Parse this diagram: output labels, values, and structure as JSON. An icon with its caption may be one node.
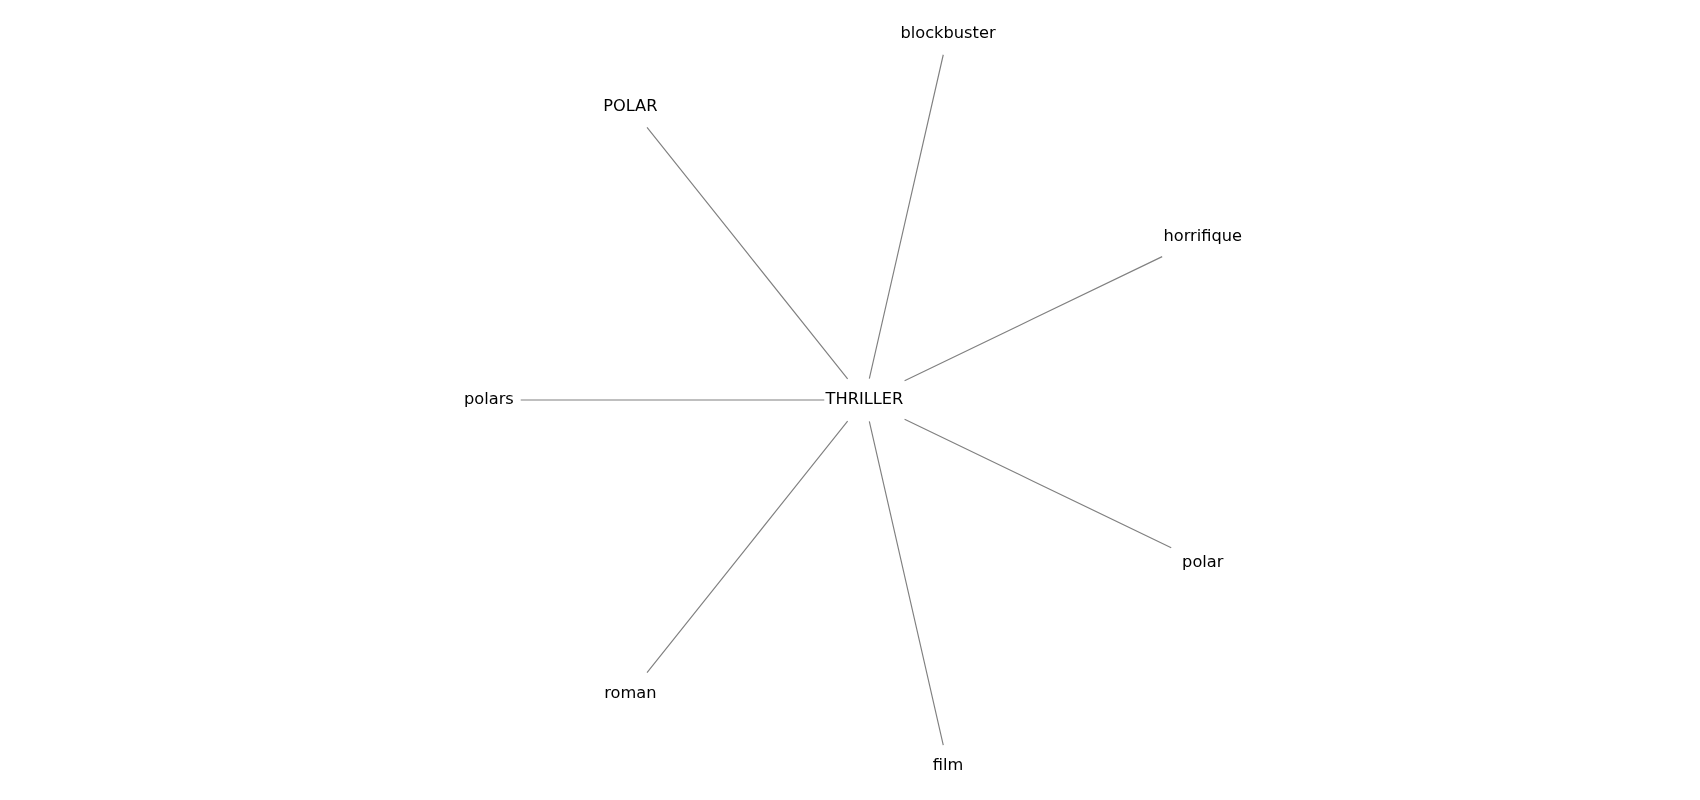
{
  "diagram": {
    "nodes": [
      {
        "text": [
          "horrifique"
        ]
      },
      {
        "text": [
          "blockbuster"
        ]
      },
      {
        "text": [
          "POLAR"
        ]
      },
      {
        "text": [
          "polars"
        ]
      },
      {
        "text": [
          "THRILLER"
        ]
      },
      {
        "text": [
          "roman"
        ]
      },
      {
        "text": [
          "film"
        ]
      },
      {
        "text": [
          "polar"
        ]
      }
    ],
    "edges": [
      {
        "from": 4,
        "to": 1,
        "arrow": "none"
      },
      {
        "from": 4,
        "to": 0,
        "arrow": "none"
      },
      {
        "from": 4,
        "to": 3,
        "arrow": "none"
      },
      {
        "from": 4,
        "to": 6,
        "arrow": "none"
      },
      {
        "from": 4,
        "to": 7,
        "arrow": "none"
      },
      {
        "from": 4,
        "to": 5,
        "arrow": "none"
      },
      {
        "from": 4,
        "to": 2,
        "arrow": "none"
      }
    ]
  }
}
